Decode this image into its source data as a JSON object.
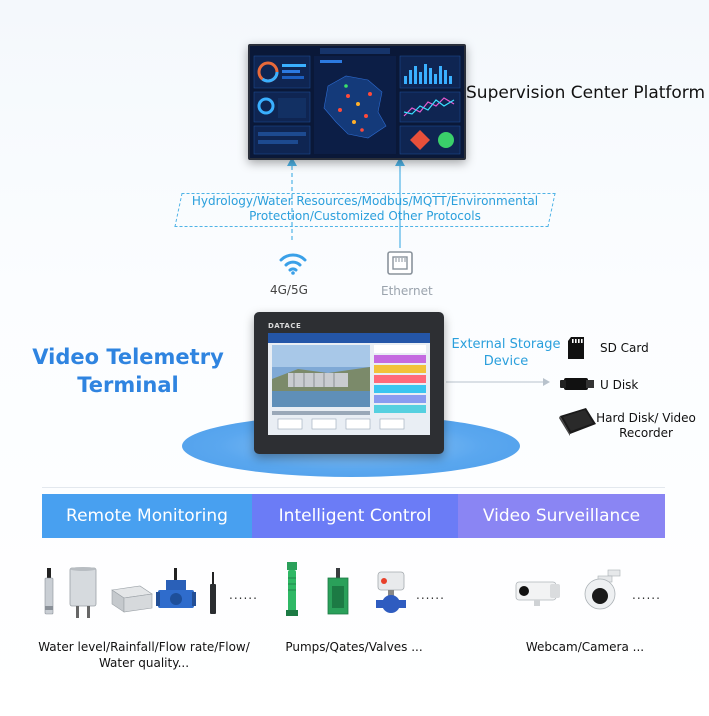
{
  "platform": {
    "title": "Supervision Center Platform"
  },
  "protocols": {
    "text": "Hydrology/Water Resources/Modbus/MQTT/Environmental Protection/Customized Other Protocols"
  },
  "links": {
    "cellular": "4G/5G",
    "ethernet": "Ethernet"
  },
  "terminal": {
    "title": "Video Telemetry Terminal",
    "brand": "DATACE"
  },
  "storage": {
    "title": "External Storage Device",
    "items": [
      "SD Card",
      "U Disk",
      "Hard Disk/ Video Recorder"
    ]
  },
  "categories": [
    {
      "label": "Remote Monitoring",
      "caption": "Water level/Rainfall/Flow rate/Flow/ Water quality...",
      "more": "......"
    },
    {
      "label": "Intelligent Control",
      "caption": "Pumps/Qates/Valves ...",
      "more": "......"
    },
    {
      "label": "Video Surveillance",
      "caption": "Webcam/Camera ...",
      "more": "......"
    }
  ],
  "colors": {
    "accent_blue": "#2f84e0",
    "protocol_blue": "#2a9fdc",
    "cat_remote": "#48a0f0",
    "cat_control": "#6b7cf6",
    "cat_video": "#8a85f3"
  }
}
